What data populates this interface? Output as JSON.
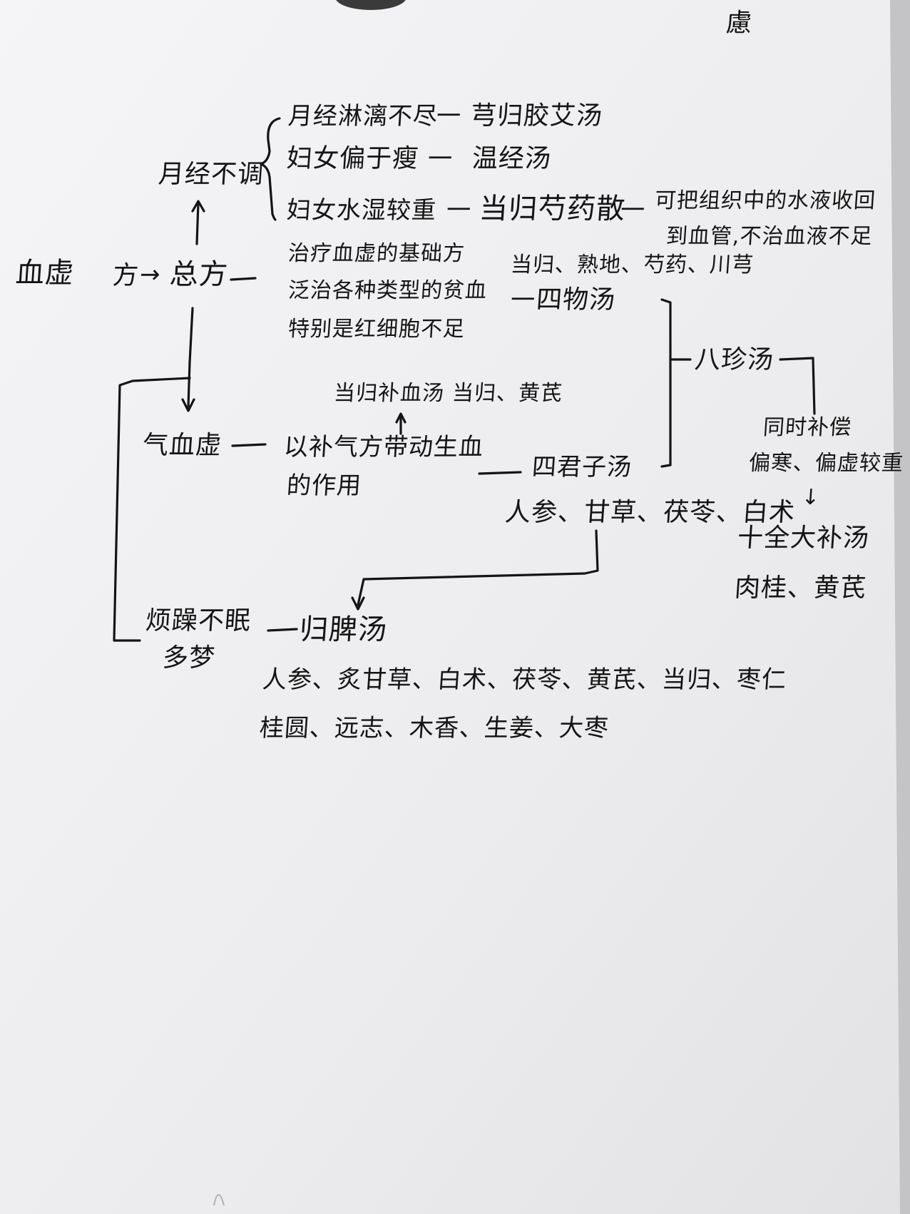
{
  "corner_mark": "慮",
  "root": "血虚",
  "fang": "方",
  "arrow": "→",
  "zongfang": "总方",
  "menstrual": "月经不调",
  "branches": {
    "b1": {
      "symptom": "月经淋漓不尽",
      "formula": "芎归胶艾汤"
    },
    "b2": {
      "symptom": "妇女偏于瘦",
      "formula": "温经汤"
    },
    "b3": {
      "symptom": "妇女水湿较重",
      "formula": "当归芍药散",
      "note_line1": "可把组织中的水液收回",
      "note_line2": "到血管,不治血液不足"
    }
  },
  "base_desc": [
    "治疗血虚的基础方",
    "泛治各种类型的贫血",
    "特别是红细胞不足"
  ],
  "siwu": {
    "ingredients": "当归、熟地、芍药、川芎",
    "name": "四物汤"
  },
  "dash": "一",
  "bazhen": "八珍汤",
  "buxue": {
    "name": "当归补血汤",
    "ingredients": "当归、黄芪"
  },
  "qixue": "气血虚",
  "qixue_desc": [
    "以补气方带动生血",
    "的作用"
  ],
  "sijunzi": {
    "name": "四君子汤",
    "ingredients": "人参、甘草、茯苓、白术"
  },
  "shiquan": {
    "cond_line1": "同时补偿",
    "cond_line2": "偏寒、偏虚较重",
    "down_arrow": "↓",
    "name": "十全大补汤",
    "ingredients": "肉桂、黄芪"
  },
  "insomnia": [
    "烦躁不眠",
    "多梦"
  ],
  "guipi": {
    "name": "归脾汤",
    "ingredients_line1": "人参、炙甘草、白术、茯苓、黄芪、当归、枣仁",
    "ingredients_line2": "桂圆、远志、木香、生姜、大枣"
  },
  "colors": {
    "ink": "#141414",
    "paper": "#f1f1f3",
    "shadow": "#c9c9cb"
  }
}
